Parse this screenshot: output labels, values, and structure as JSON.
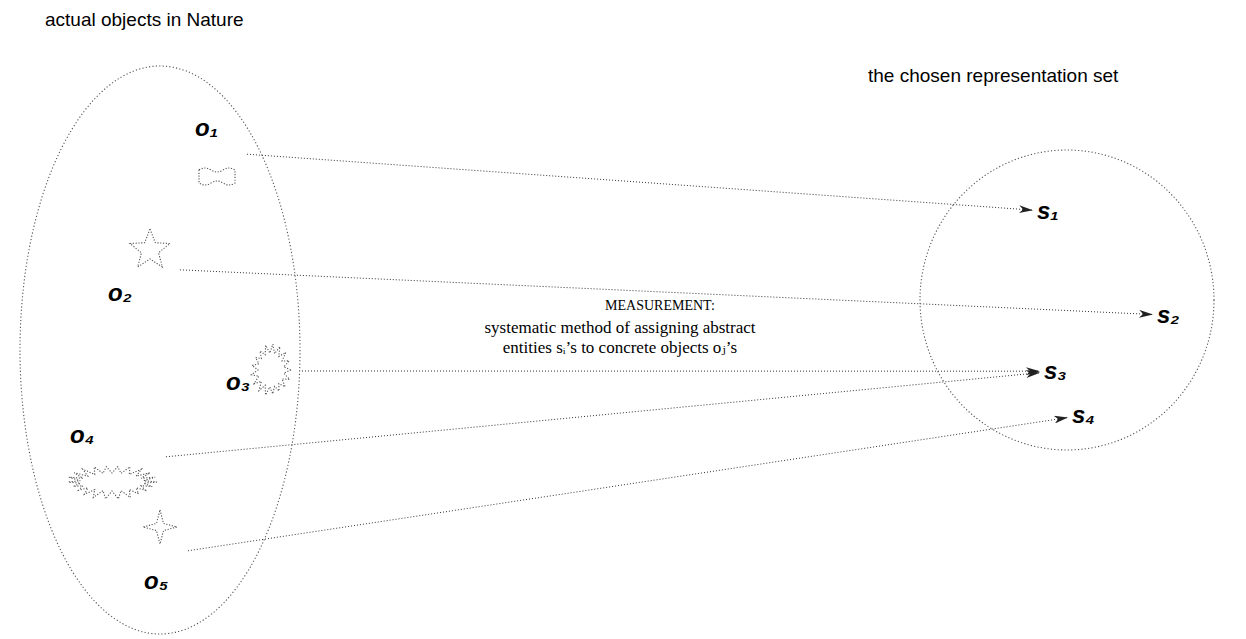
{
  "diagram": {
    "nodes": [
      {
        "text": [
          "actual objects in Nature"
        ]
      },
      {
        "text": [
          "the chosen representation set"
        ]
      },
      {
        "text": [
          "o₁"
        ],
        "in": 0
      },
      {
        "text": [
          "o₂"
        ],
        "in": 0
      },
      {
        "text": [
          "o₃"
        ],
        "in": 0
      },
      {
        "text": [
          "o₄"
        ],
        "in": 0
      },
      {
        "text": [
          "o₅"
        ],
        "in": 0
      },
      {
        "text": [
          "s₁"
        ],
        "in": 1
      },
      {
        "text": [
          "s₂"
        ],
        "in": 1
      },
      {
        "text": [
          "s₃"
        ],
        "in": 1
      },
      {
        "text": [
          "s₄"
        ],
        "in": 1
      }
    ],
    "edges": [
      {
        "from": 2,
        "to": 7,
        "arrow": "to"
      },
      {
        "from": 3,
        "to": 8,
        "arrow": "to"
      },
      {
        "from": 4,
        "to": 9,
        "arrow": "to"
      },
      {
        "from": 5,
        "to": 9,
        "arrow": "to"
      },
      {
        "from": 6,
        "to": 10,
        "arrow": "to"
      }
    ],
    "labels": [
      "MEASUREMENT:",
      "systematic method of assigning abstract entities sᵢ’s to concrete objects oⱼ’s"
    ]
  }
}
